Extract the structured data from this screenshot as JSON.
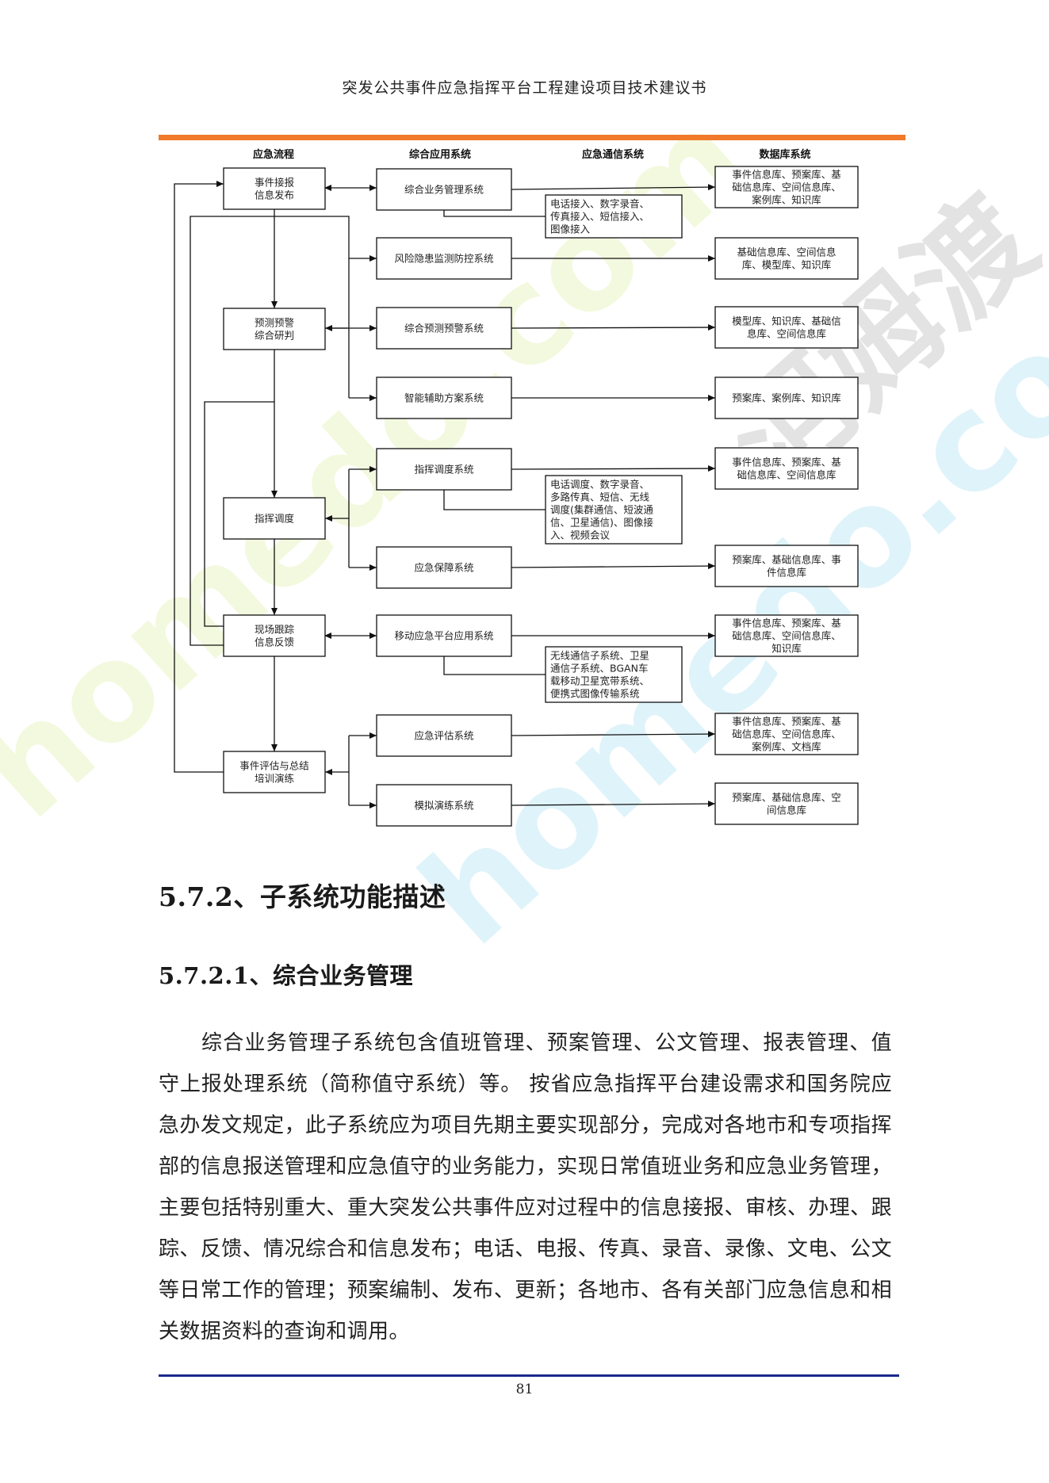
{
  "header": {
    "title": "突发公共事件应急指挥平台工程建设项目技术建议书"
  },
  "diagram": {
    "columns": [
      "应急流程",
      "综合应用系统",
      "应急通信系统",
      "数据库系统"
    ],
    "flow": [
      [
        "事件接报",
        "信息发布"
      ],
      [
        "预测预警",
        "综合研判"
      ],
      [
        "指挥调度"
      ],
      [
        "现场跟踪",
        "信息反馈"
      ],
      [
        "事件评估与总结",
        "培训演练"
      ]
    ],
    "apps": [
      "综合业务管理系统",
      "风险隐患监测防控系统",
      "综合预测预警系统",
      "智能辅助方案系统",
      "指挥调度系统",
      "应急保障系统",
      "移动应急平台应用系统",
      "应急评估系统",
      "模拟演练系统"
    ],
    "comms": [
      [
        "电话接入、数字录音、",
        "传真接入、短信接入、",
        "图像接入"
      ],
      [
        "电话调度、数字录音、",
        "多路传真、短信、无线",
        "调度(集群通信、短波通",
        "信、卫星通信)、图像接",
        "入、视频会议"
      ],
      [
        "无线通信子系统、卫星",
        "通信子系统、BGAN车",
        "载移动卫星宽带系统、",
        "便携式图像传输系统"
      ]
    ],
    "dbs": [
      [
        "事件信息库、预案库、基",
        "础信息库、空间信息库、",
        "案例库、知识库"
      ],
      [
        "基础信息库、空间信息",
        "库、模型库、知识库"
      ],
      [
        "模型库、知识库、基础信",
        "息库、空间信息库"
      ],
      [
        "预案库、案例库、知识库"
      ],
      [
        "事件信息库、预案库、基",
        "础信息库、空间信息库"
      ],
      [
        "预案库、基础信息库、事",
        "件信息库"
      ],
      [
        "事件信息库、预案库、基",
        "础信息库、空间信息库、",
        "知识库"
      ],
      [
        "事件信息库、预案库、基",
        "础信息库、空间信息库、",
        "案例库、文档库"
      ],
      [
        "预案库、基础信息库、空",
        "间信息库"
      ]
    ]
  },
  "section": {
    "h2": "5.7.2、子系统功能描述",
    "h3": "5.7.2.1、综合业务管理",
    "paragraph": "综合业务管理子系统包含值班管理、预案管理、公文管理、报表管理、值守上报处理系统（简称值守系统）等。 按省应急指挥平台建设需求和国务院应急办发文规定，此子系统应为项目先期主要实现部分，完成对各地市和专项指挥部的信息报送管理和应急值守的业务能力，实现日常值班业务和应急业务管理，主要包括特别重大、重大突发公共事件应对过程中的信息接报、审核、办理、跟踪、反馈、情况综合和信息发布；电话、电报、传真、录音、录像、文电、公文等日常工作的管理；预案编制、发布、更新；各地市、各有关部门应急信息和相关数据资料的查询和调用。"
  },
  "footer": {
    "page_number": "81"
  },
  "watermark": {
    "text": "homedo.com",
    "brand": "河姆渡"
  }
}
